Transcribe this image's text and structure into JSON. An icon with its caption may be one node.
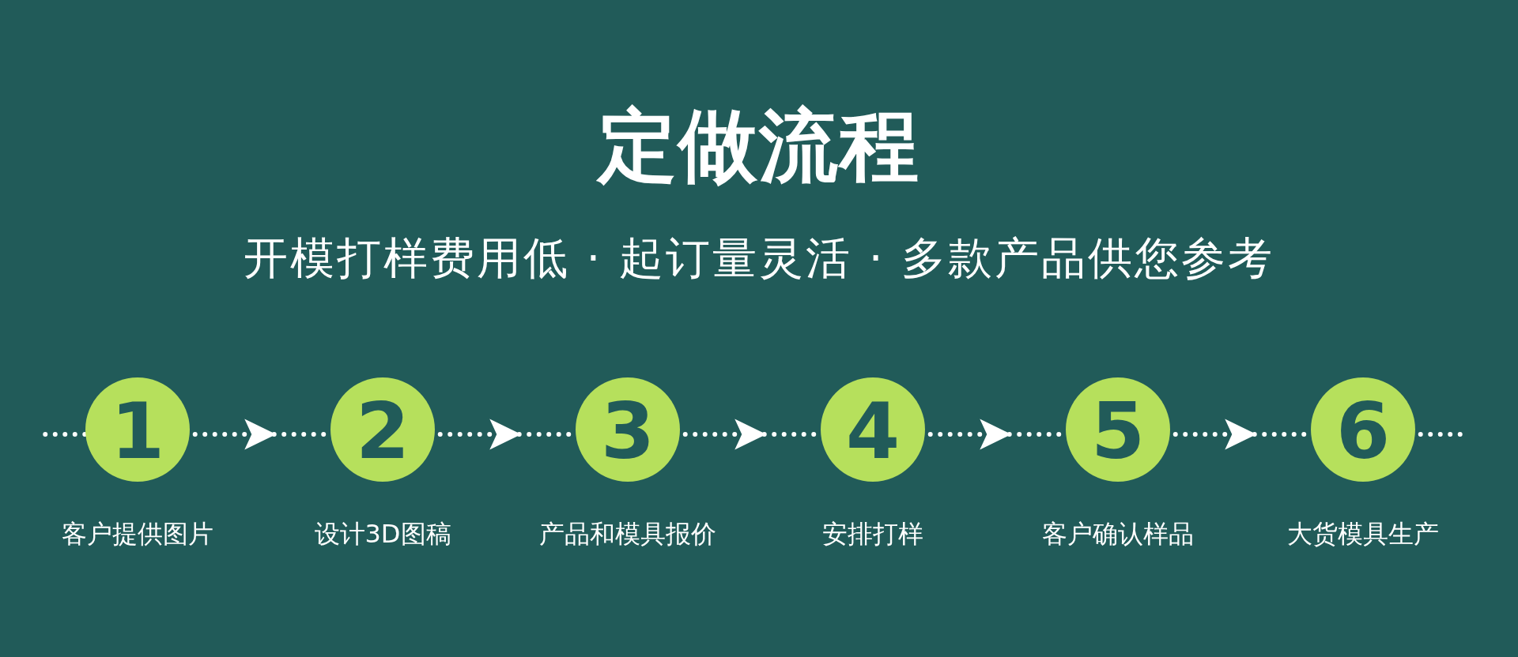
{
  "diagram": {
    "title": "定做流程",
    "nodes": [
      {
        "text": [
          "1"
        ],
        "beside": [
          "客户提供图片"
        ]
      },
      {
        "text": [
          "2"
        ],
        "beside": [
          "设计3D图稿"
        ]
      },
      {
        "text": [
          "3"
        ],
        "beside": [
          "产品和模具报价"
        ]
      },
      {
        "text": [
          "4"
        ],
        "beside": [
          "安排打样"
        ]
      },
      {
        "text": [
          "5"
        ],
        "beside": [
          "客户确认样品"
        ]
      },
      {
        "text": [
          "6"
        ],
        "beside": [
          "大货模具生产"
        ]
      }
    ],
    "edges": [
      {
        "from": null,
        "to": 0,
        "arrow": "none",
        "style": "dashed"
      },
      {
        "from": 0,
        "to": 1,
        "arrow": "to",
        "style": "dashed"
      },
      {
        "from": 1,
        "to": 2,
        "arrow": "to",
        "style": "dashed"
      },
      {
        "from": 2,
        "to": 3,
        "arrow": "to",
        "style": "dashed"
      },
      {
        "from": 3,
        "to": 4,
        "arrow": "to",
        "style": "dashed"
      },
      {
        "from": 4,
        "to": 5,
        "arrow": "to",
        "style": "dashed"
      },
      {
        "from": 5,
        "to": null,
        "arrow": "none",
        "style": "dashed"
      }
    ],
    "labels": [
      "开模打样费用低 · 起订量灵活 · 多款产品供您参考"
    ]
  }
}
